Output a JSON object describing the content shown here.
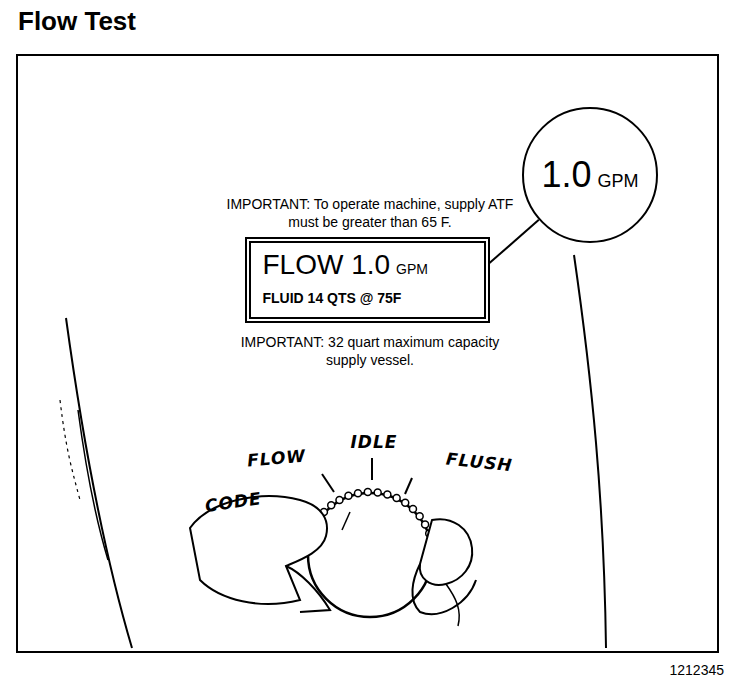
{
  "diagram": {
    "title": "Flow Test",
    "nodes": [
      {
        "text": [
          "1.0",
          "GPM"
        ]
      },
      {
        "text": [
          "FLOW 1.0",
          "GPM",
          "FLUID 14 QTS @ 75F"
        ]
      }
    ],
    "edges": [
      {
        "from": 1,
        "to": 0,
        "arrow": "none"
      }
    ],
    "labels": [
      "IMPORTANT: To operate machine, supply ATF must be greater than 65 F.",
      "IMPORTANT: 32 quart maximum capacity supply vessel.",
      "CODE",
      "FLOW",
      "IDLE",
      "FLUSH",
      "1212345"
    ]
  }
}
